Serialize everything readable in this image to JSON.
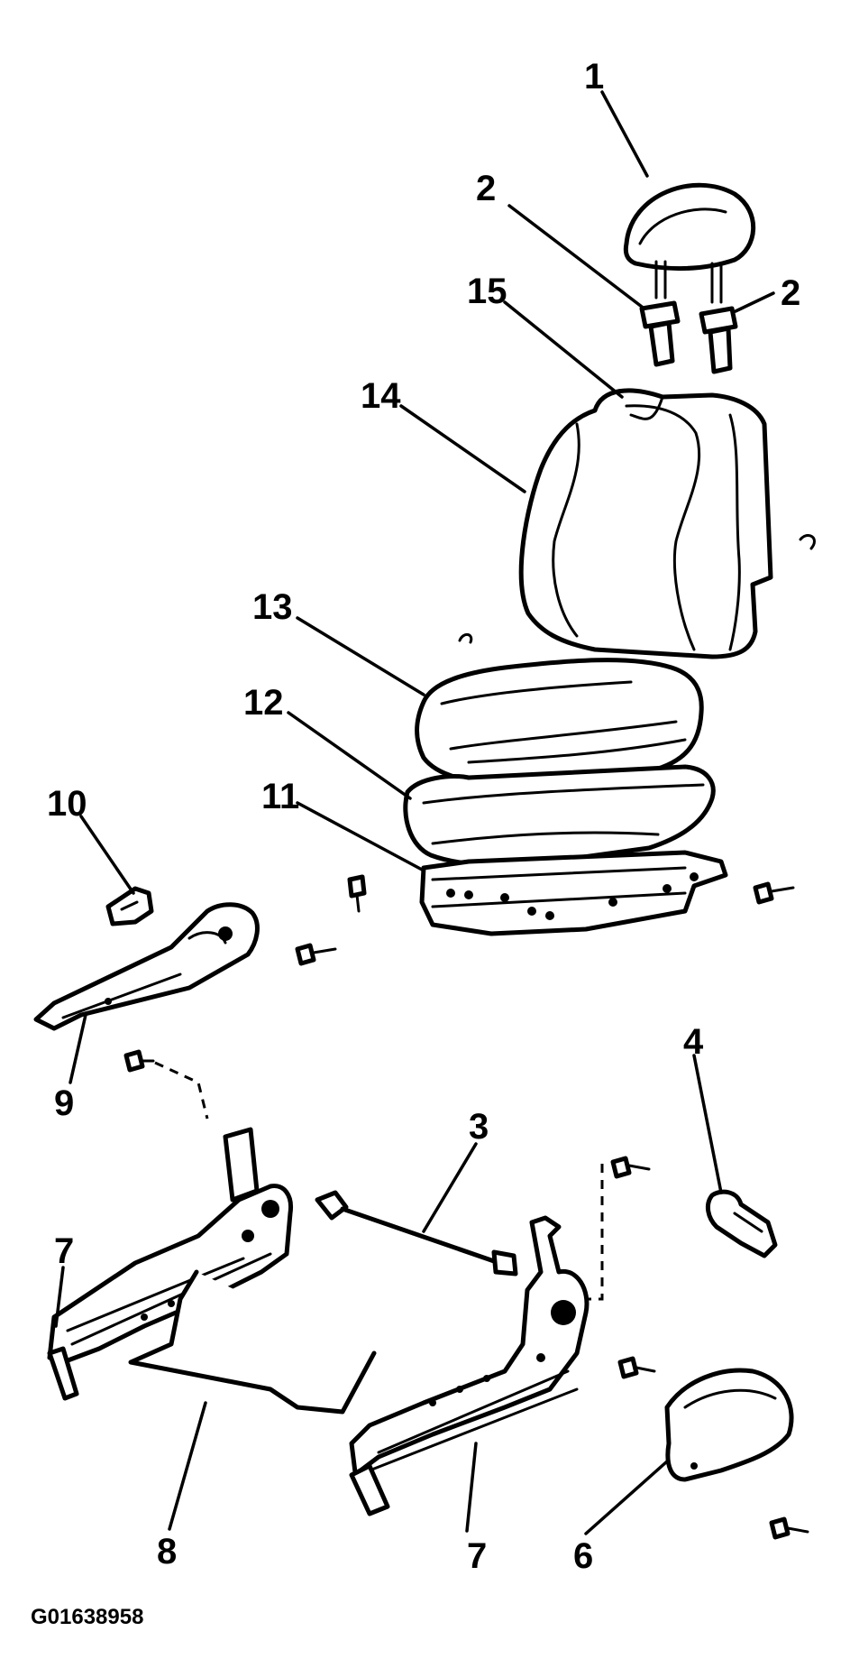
{
  "callouts": {
    "c1": "1",
    "c2a": "2",
    "c2b": "2",
    "c3": "3",
    "c4": "4",
    "c6": "6",
    "c7a": "7",
    "c7b": "7",
    "c8": "8",
    "c9": "9",
    "c10": "10",
    "c11": "11",
    "c12": "12",
    "c13": "13",
    "c14": "14",
    "c15": "15"
  },
  "figure_ref": "G01638958"
}
